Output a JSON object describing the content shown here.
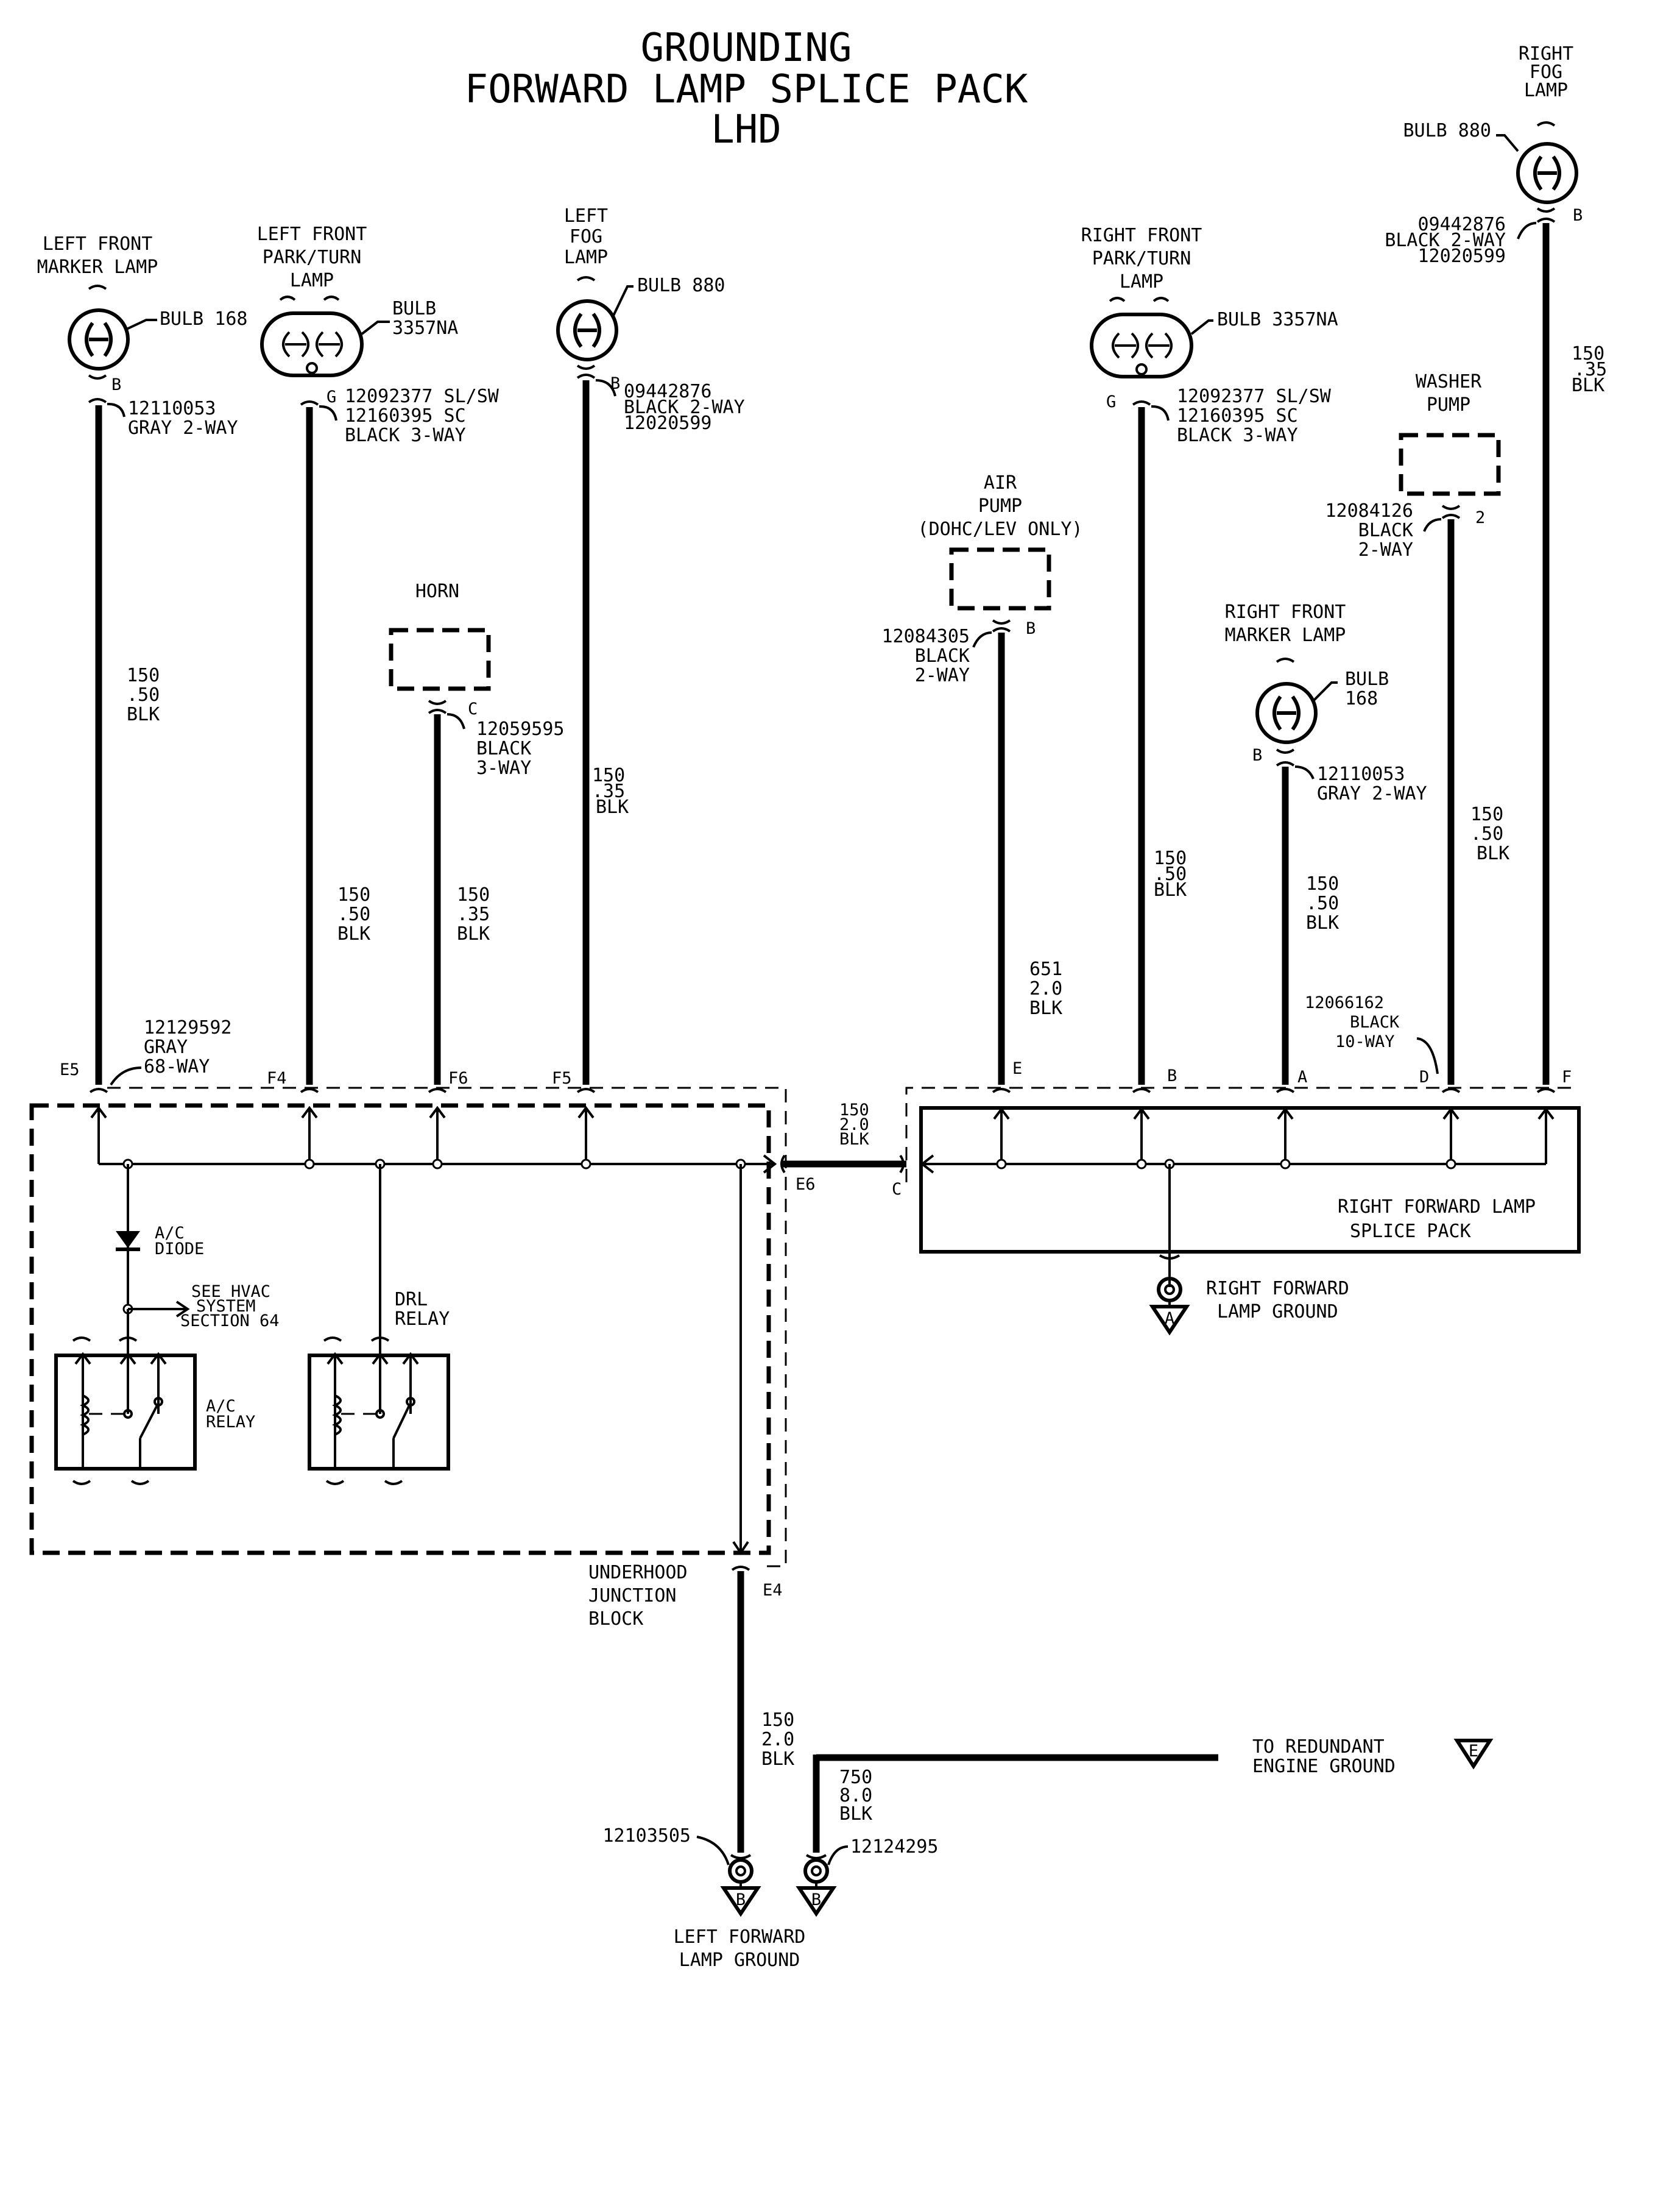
{
  "title": {
    "line1": "GROUNDING",
    "line2": "FORWARD LAMP SPLICE PACK",
    "line3": "LHD"
  },
  "components": {
    "lf_marker": {
      "name1": "LEFT FRONT",
      "name2": "MARKER LAMP",
      "bulb": "BULB 168",
      "pin": "B",
      "conn1": "12110053",
      "conn2": "GRAY 2-WAY",
      "wire1": "150",
      "wire2": ".50",
      "wire3": "BLK"
    },
    "lf_park": {
      "name1": "LEFT FRONT",
      "name2": "PARK/TURN",
      "name3": "LAMP",
      "bulb1": "BULB",
      "bulb2": "3357NA",
      "pin": "G",
      "conn1": "12092377 SL/SW",
      "conn2": "12160395 SC",
      "conn3": "BLACK 3-WAY",
      "wire1": "150",
      "wire2": ".50",
      "wire3": "BLK"
    },
    "horn": {
      "name": "HORN",
      "pin": "C",
      "conn1": "12059595",
      "conn2": "BLACK",
      "conn3": "3-WAY",
      "wire1": "150",
      "wire2": ".35",
      "wire3": "BLK"
    },
    "left_fog": {
      "name1": "LEFT",
      "name2": "FOG",
      "name3": "LAMP",
      "bulb": "BULB 880",
      "pin": "B",
      "conn1": "09442876",
      "conn2": "BLACK 2-WAY",
      "conn3": "12020599",
      "wire1": "150",
      "wire2": ".35",
      "wire3": "BLK"
    },
    "air_pump": {
      "name1": "AIR",
      "name2": "PUMP",
      "name3": "(DOHC/LEV ONLY)",
      "pin": "B",
      "conn1": "12084305",
      "conn2": "BLACK",
      "conn3": "2-WAY",
      "wire1": "651",
      "wire2": "2.0",
      "wire3": "BLK"
    },
    "rf_park": {
      "name1": "RIGHT FRONT",
      "name2": "PARK/TURN",
      "name3": "LAMP",
      "bulb": "BULB 3357NA",
      "pin": "G",
      "conn1": "12092377 SL/SW",
      "conn2": "12160395 SC",
      "conn3": "BLACK 3-WAY",
      "wire1": "150",
      "wire2": ".50",
      "wire3": "BLK"
    },
    "rf_marker": {
      "name1": "RIGHT FRONT",
      "name2": "MARKER LAMP",
      "bulb1": "BULB",
      "bulb2": "168",
      "pin": "B",
      "conn1": "12110053",
      "conn2": "GRAY 2-WAY",
      "wire1": "150",
      "wire2": ".50",
      "wire3": "BLK"
    },
    "washer": {
      "name1": "WASHER",
      "name2": "PUMP",
      "pin": "2",
      "conn1": "12084126",
      "conn2": "BLACK",
      "conn3": "2-WAY",
      "wire1": "150",
      "wire2": ".50",
      "wire3": "BLK"
    },
    "right_fog": {
      "name1": "RIGHT",
      "name2": "FOG",
      "name3": "LAMP",
      "bulb": "BULB 880",
      "pin": "B",
      "conn1": "09442876",
      "conn2": "BLACK 2-WAY",
      "conn3": "12020599",
      "wire1": "150",
      "wire2": ".35",
      "wire3": "BLK"
    }
  },
  "junction": {
    "conn1": "12129592",
    "conn2": "GRAY",
    "conn3": "68-WAY",
    "pins": {
      "e5": "E5",
      "f4": "F4",
      "f6": "F6",
      "f5": "F5",
      "e6": "E6",
      "e4": "E4"
    },
    "name1": "UNDERHOOD",
    "name2": "JUNCTION",
    "name3": "BLOCK",
    "diode1": "A/C",
    "diode2": "DIODE",
    "hvac1": "SEE HVAC",
    "hvac2": "SYSTEM",
    "hvac3": "SECTION 64",
    "ac_relay1": "A/C",
    "ac_relay2": "RELAY",
    "drl1": "DRL",
    "drl2": "RELAY"
  },
  "link": {
    "wire1": "150",
    "wire2": "2.0",
    "wire3": "BLK",
    "pin": "C"
  },
  "splice": {
    "name1": "RIGHT FORWARD LAMP",
    "name2": "SPLICE PACK",
    "conn1": "12066162",
    "conn2": "BLACK",
    "conn3": "10-WAY",
    "pins": {
      "e": "E",
      "b": "B",
      "a": "A",
      "d": "D",
      "f": "F"
    },
    "ground1": "RIGHT FORWARD",
    "ground2": "LAMP GROUND",
    "ground_tag": "A"
  },
  "lower": {
    "e4_wire1": "150",
    "e4_wire2": "2.0",
    "e4_wire3": "BLK",
    "eng_wire1": "750",
    "eng_wire2": "8.0",
    "eng_wire3": "BLK",
    "redundant1": "TO REDUNDANT",
    "redundant2": "ENGINE GROUND",
    "redundant_tag": "E",
    "lug1": "12103505",
    "lug2": "12124295",
    "ground_tag": "B",
    "ground1": "LEFT FORWARD",
    "ground2": "LAMP GROUND"
  }
}
